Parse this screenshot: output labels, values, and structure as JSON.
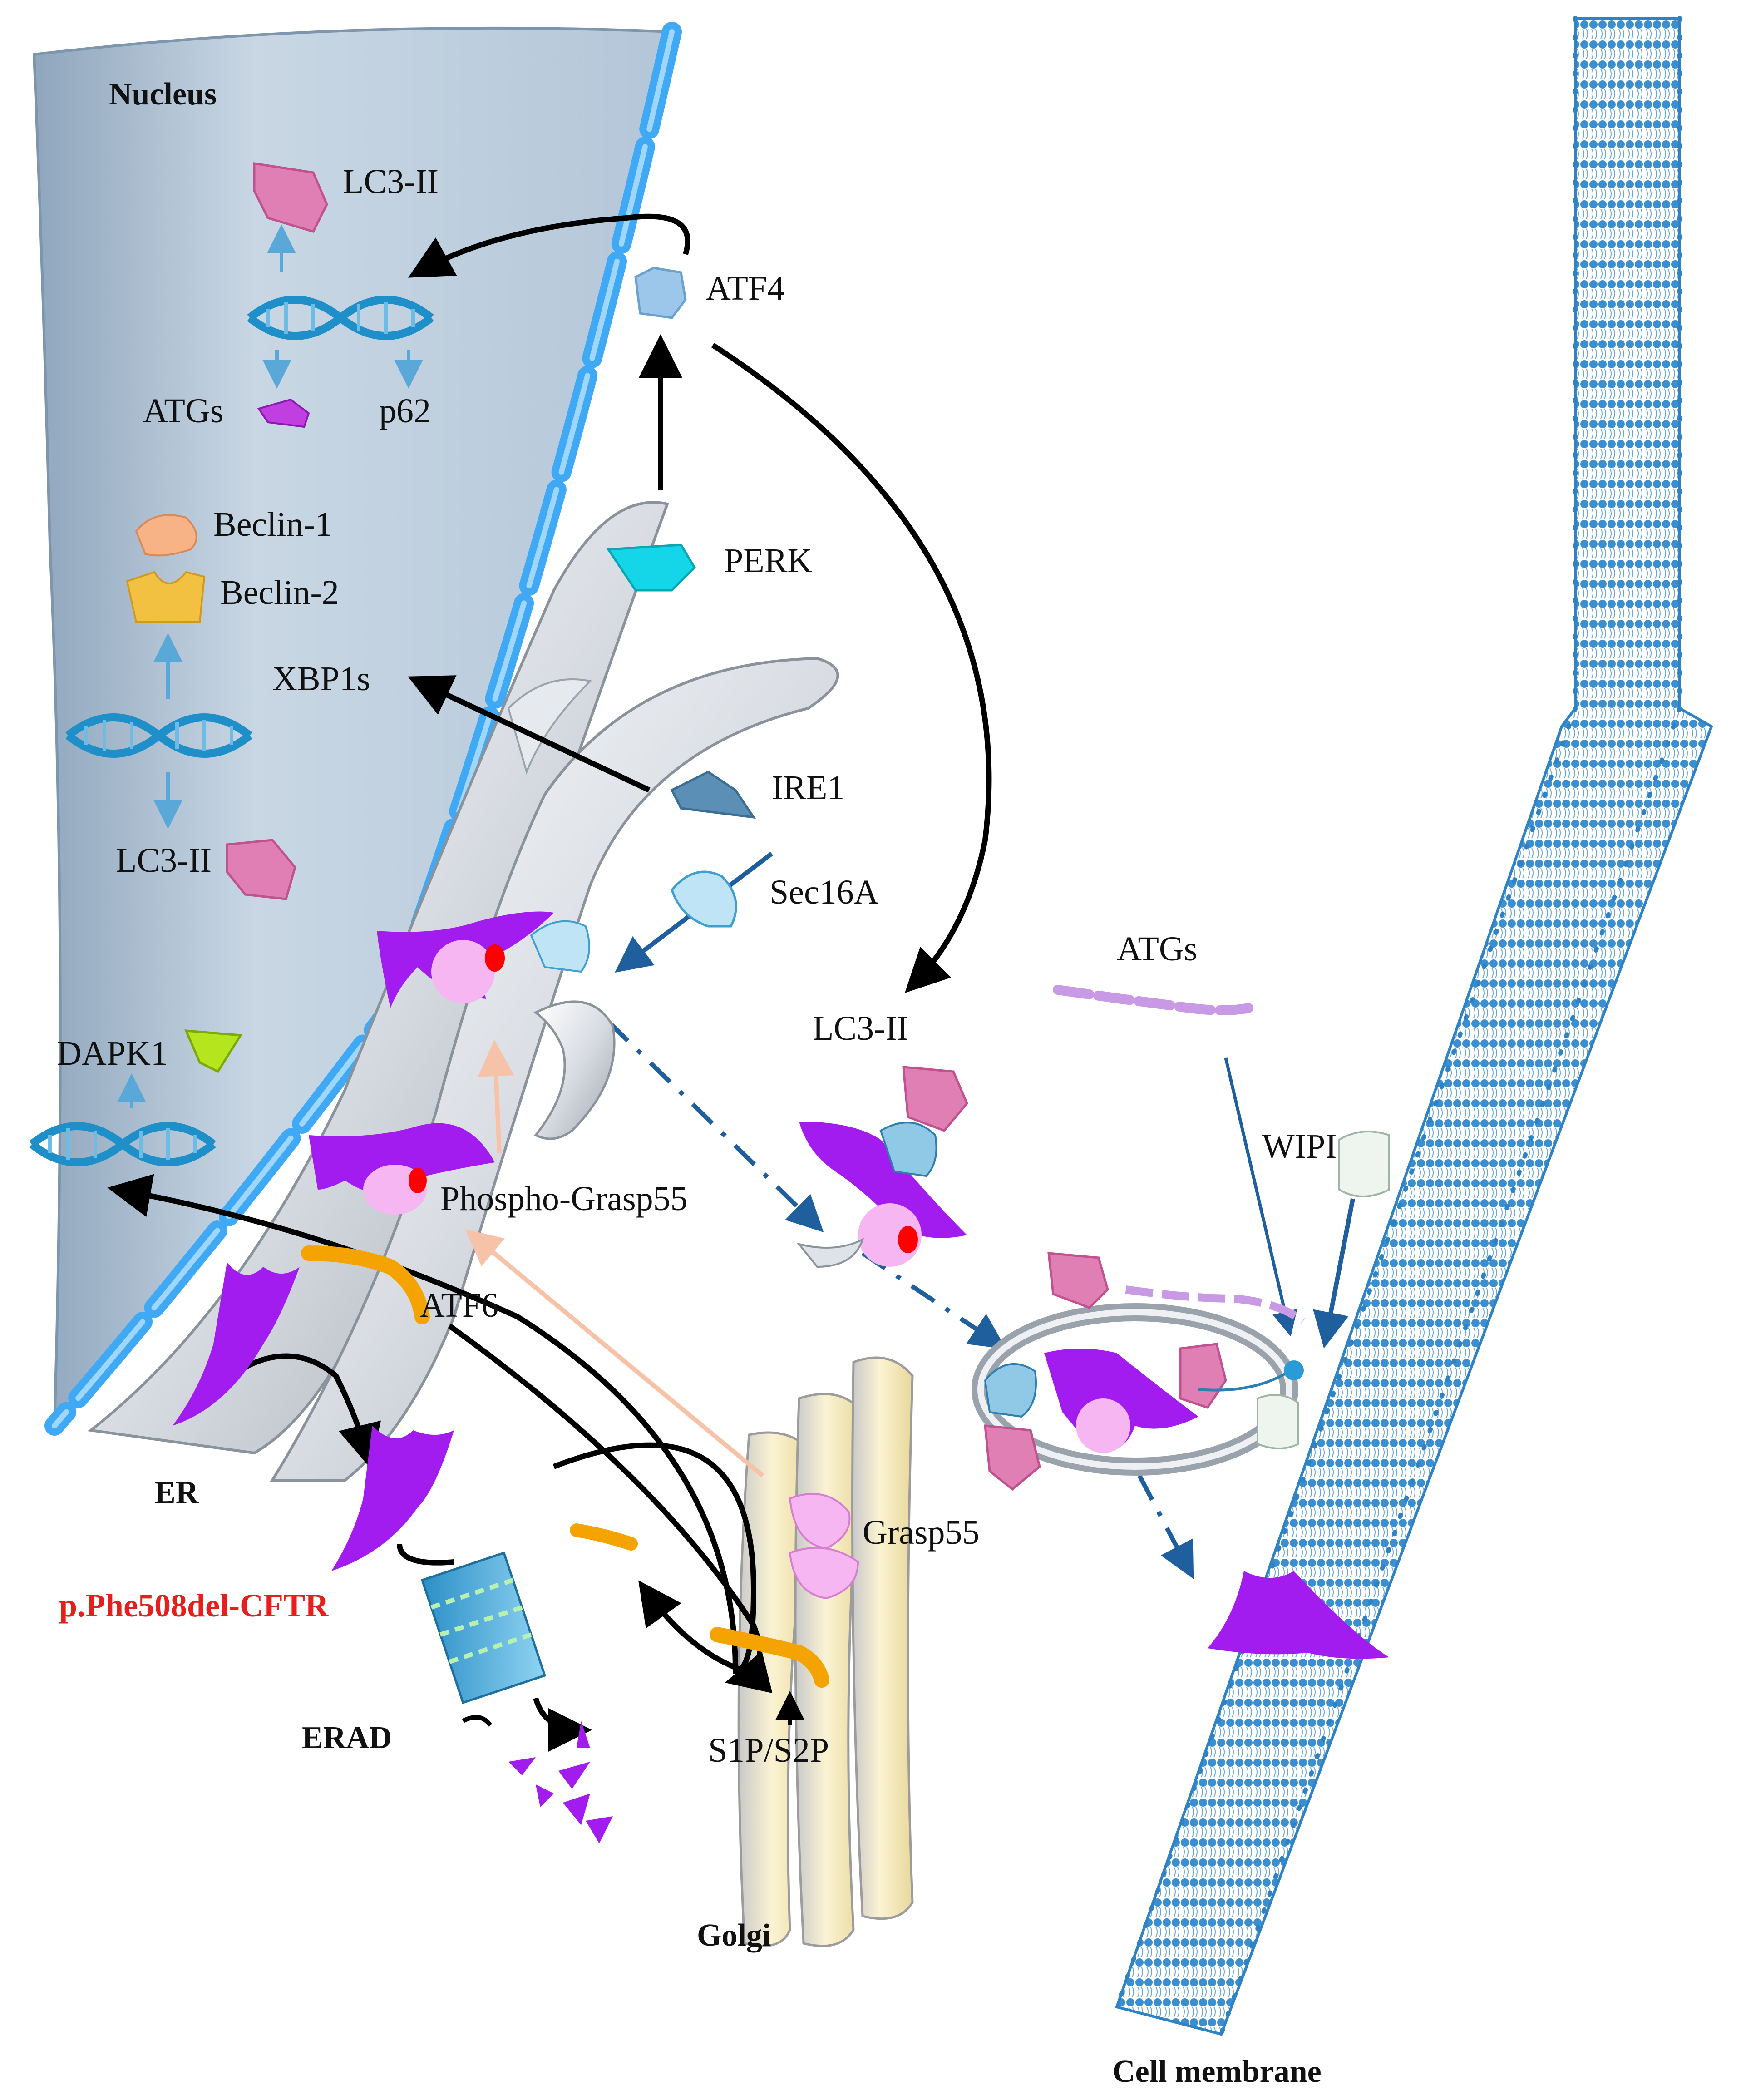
{
  "labels": {
    "nucleus": "Nucleus",
    "lc3_top": "LC3-II",
    "atf4": "ATF4",
    "atgs_nuc": "ATGs",
    "p62": "p62",
    "beclin1": "Beclin-1",
    "beclin2": "Beclin-2",
    "perk": "PERK",
    "xbp1s": "XBP1s",
    "ire1": "IRE1",
    "lc3_mid": "LC3-II",
    "sec16a": "Sec16A",
    "atgs_right": "ATGs",
    "lc3_right": "LC3-II",
    "dapk1": "DAPK1",
    "wipi": "WIPI",
    "phospho_grasp55": "Phospho-Grasp55",
    "atf6": "ATF6",
    "er": "ER",
    "grasp55": "Grasp55",
    "cftr": "p.Phe508del-CFTR",
    "s1p_s2p": "S1P/S2P",
    "erad": "ERAD",
    "golgi": "Golgi",
    "cell_membrane": "Cell membrane"
  },
  "colors": {
    "nucleus_fill": "#b9cbdc",
    "nuclear_envelope": "#3fa9f5",
    "dna": "#1f8fc9",
    "lc3": "#e07fb3",
    "cftr": "#a21cf0",
    "perk": "#14d6e8",
    "atf4": "#9cc7ea",
    "atf6": "#f5a300",
    "membrane": "#2f83c5",
    "red_label": "#e3201b",
    "dashed_arrow": "#1f5f9e",
    "salmon_arrow": "#f7c3a8"
  }
}
